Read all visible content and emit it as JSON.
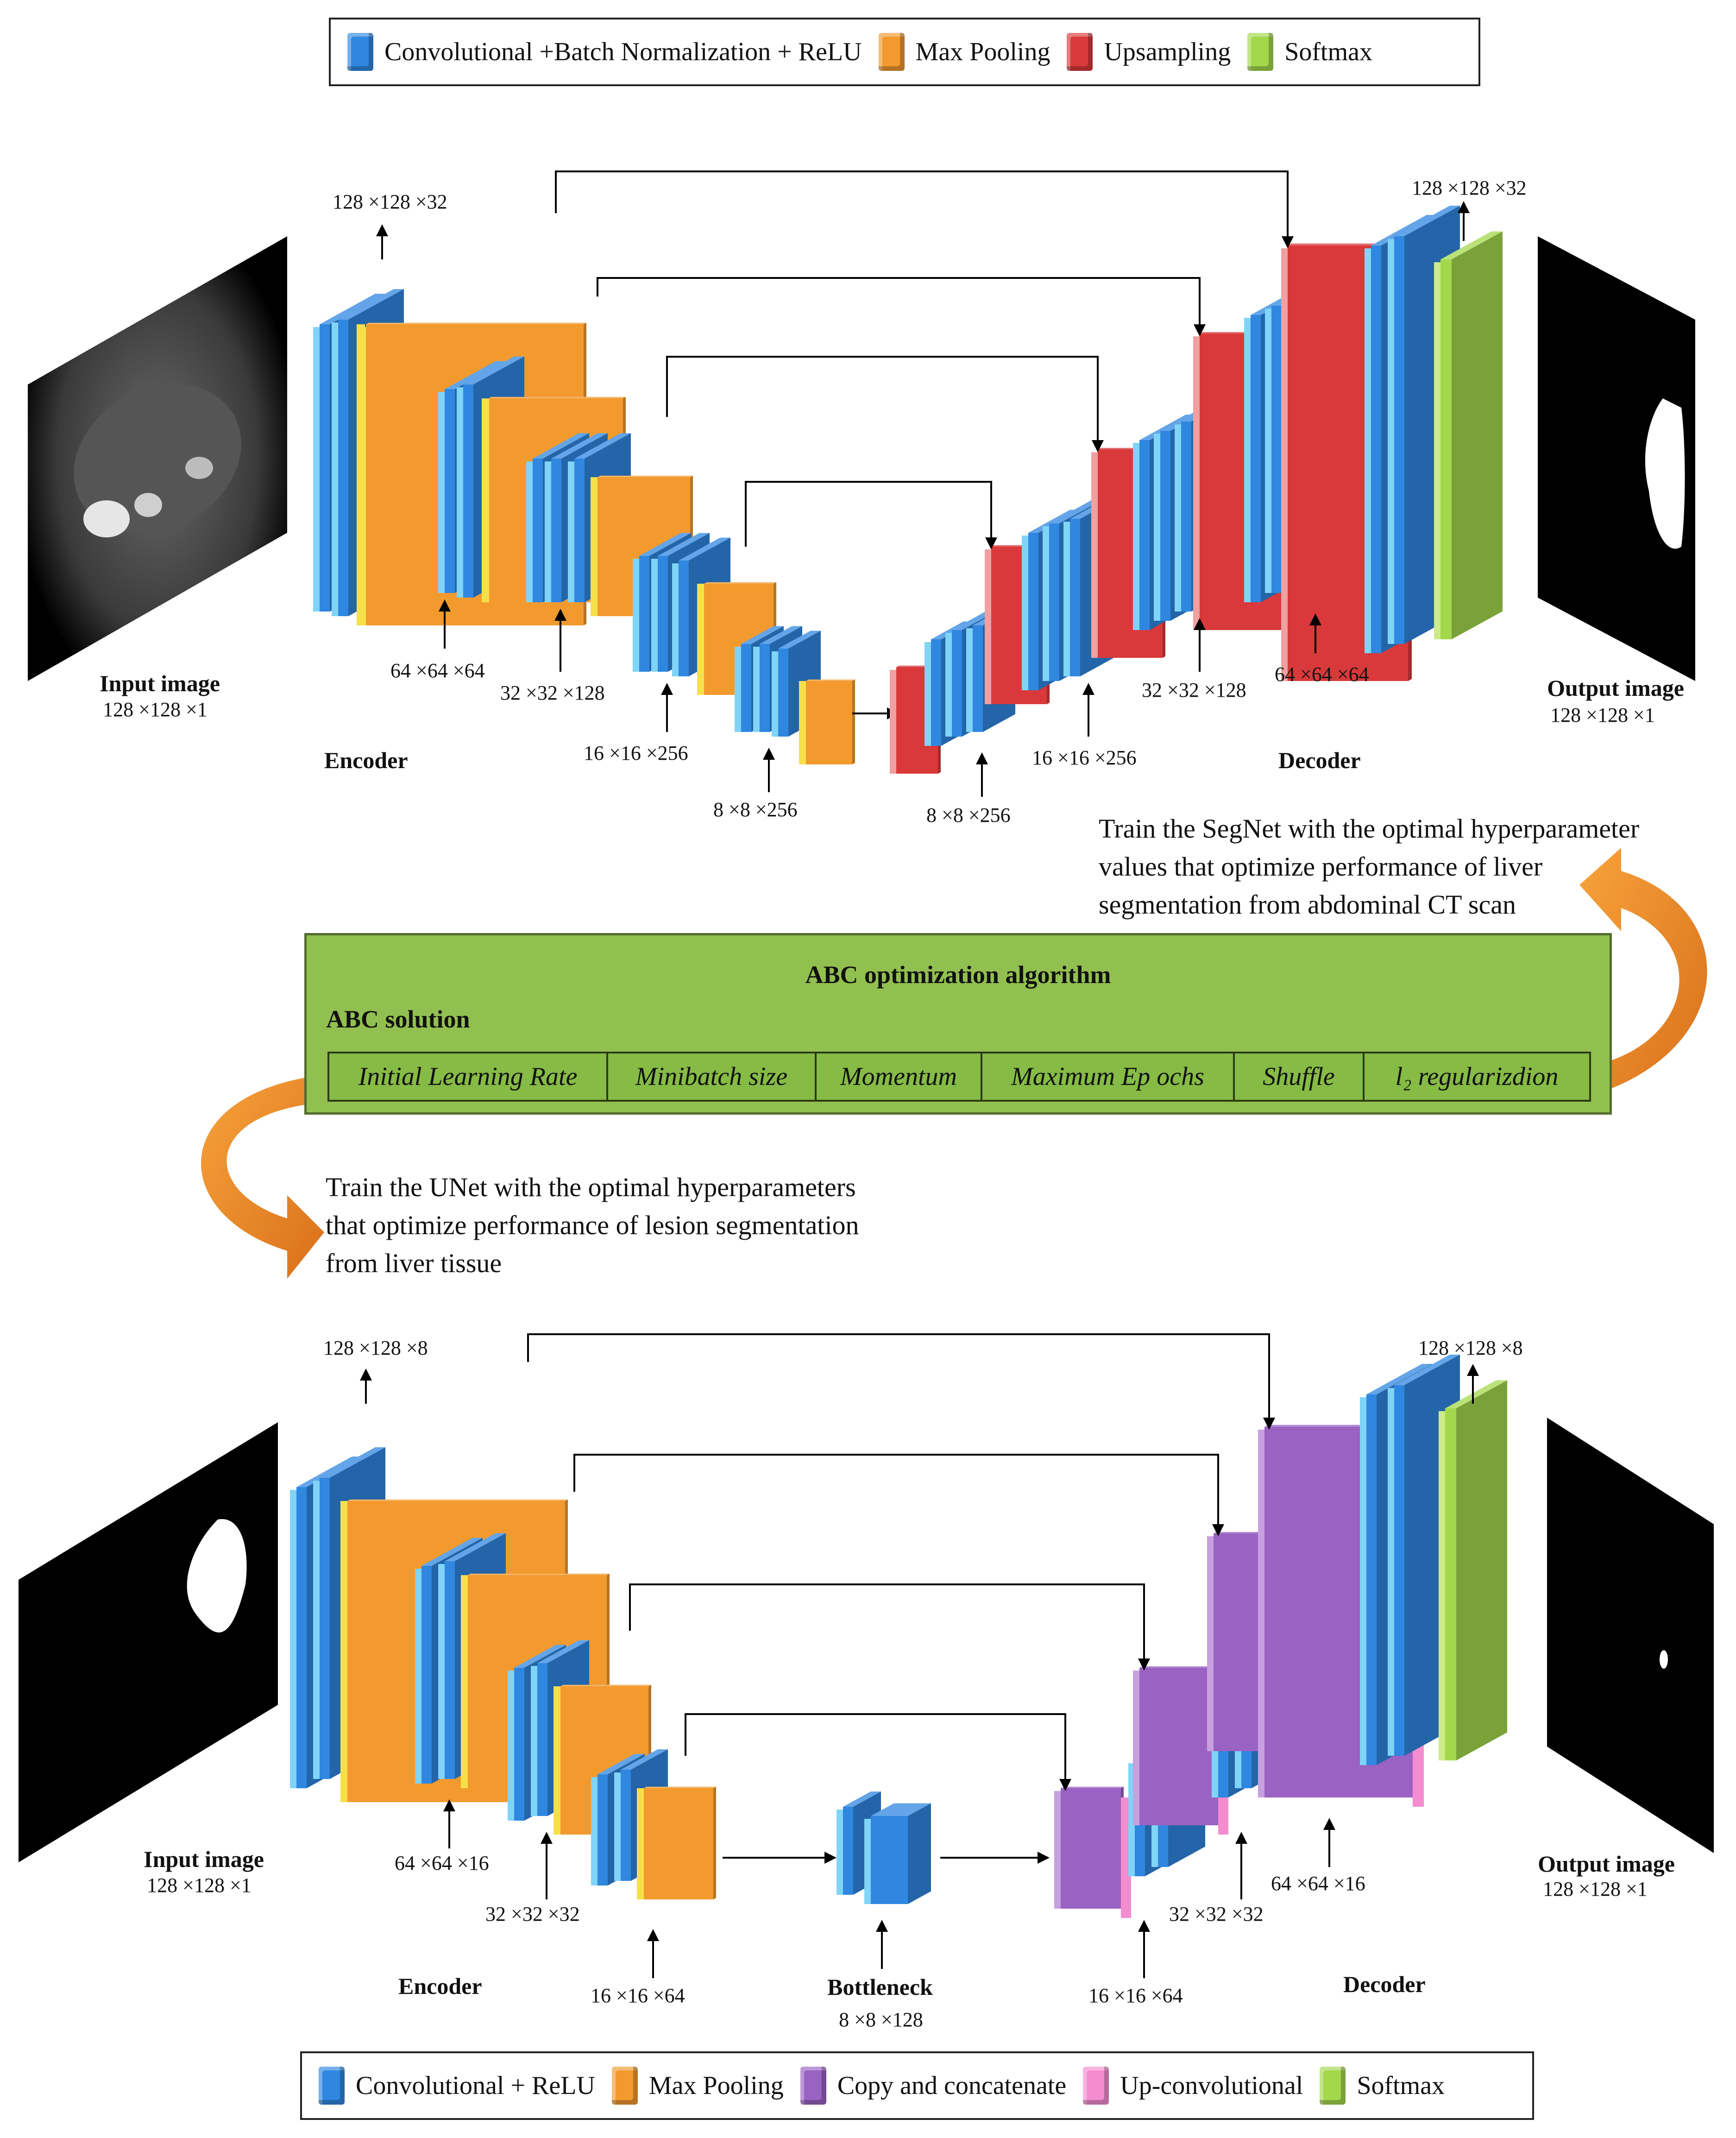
{
  "legend_top": {
    "items": [
      {
        "label": "Convolutional +Batch Normalization + ReLU",
        "color": "#2f87e0"
      },
      {
        "label": "Max Pooling",
        "color": "#f29a2e"
      },
      {
        "label": "Upsampling",
        "color": "#d9393a"
      },
      {
        "label": "Softmax",
        "color": "#a3d84c"
      }
    ]
  },
  "segnet": {
    "input_title": "Input image",
    "input_dim": "128 ×128 ×1",
    "output_title": "Output image",
    "output_dim": "128 ×128 ×1",
    "encoder_label": "Encoder",
    "decoder_label": "Decoder",
    "enc_dims": [
      "128 ×128 ×32",
      "64 ×64 ×64",
      "32 ×32 ×128",
      "16 ×16 ×256",
      "8 ×8 ×256"
    ],
    "dec_dims": [
      "8 ×8 ×256",
      "16 ×16 ×256",
      "32 ×32 ×128",
      "64 ×64 ×64",
      "128 ×128 ×32"
    ]
  },
  "segnet_caption": [
    "Train the SegNet with the optimal hyperparameter",
    "values that optimize performance of liver",
    "segmentation from abdominal CT scan"
  ],
  "abc": {
    "title": "ABC optimization algorithm",
    "solution_label": "ABC solution",
    "params": [
      "Initial Learning Rate",
      "Minibatch  size",
      "Momentum",
      "Maximum Ep ochs",
      "Shuffle",
      "l₂ regularizdion"
    ]
  },
  "unet_caption": [
    "Train the UNet with the optimal hyperparameters",
    "that optimize performance of lesion segmentation",
    "from liver tissue"
  ],
  "unet": {
    "input_title": "Input image",
    "input_dim": "128 ×128 ×1",
    "output_title": "Output image",
    "output_dim": "128 ×128 ×1",
    "encoder_label": "Encoder",
    "decoder_label": "Decoder",
    "bottleneck_label": "Bottleneck",
    "bottleneck_dim": "8 ×8 ×128",
    "enc_dims": [
      "128 ×128 ×8",
      "64 ×64 ×16",
      "32 ×32 ×32",
      "16 ×16 ×64"
    ],
    "dec_dims": [
      "16 ×16 ×64",
      "32 ×32 ×32",
      "64 ×64 ×16",
      "128 ×128 ×8"
    ]
  },
  "legend_bottom": {
    "items": [
      {
        "label": "Convolutional + ReLU",
        "color": "#2f87e0"
      },
      {
        "label": "Max Pooling",
        "color": "#f29a2e"
      },
      {
        "label": "Copy and concatenate",
        "color": "#9a62c2"
      },
      {
        "label": "Up-convolutional",
        "color": "#f58cd0"
      },
      {
        "label": "Softmax",
        "color": "#a3d84c"
      }
    ]
  }
}
